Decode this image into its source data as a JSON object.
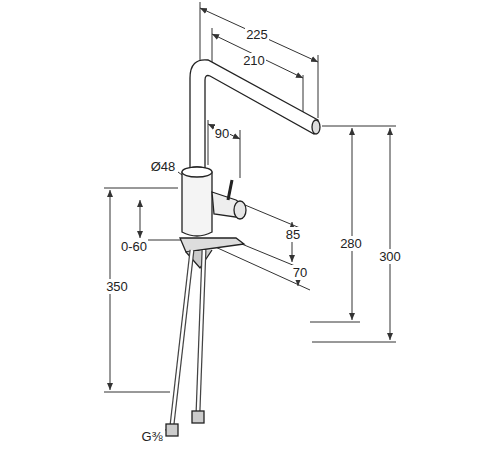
{
  "diagram": {
    "labels": [
      "225",
      "210",
      "90",
      "Ø48",
      "85",
      "0-60",
      "280",
      "300",
      "350",
      "70",
      "G⅜"
    ]
  }
}
